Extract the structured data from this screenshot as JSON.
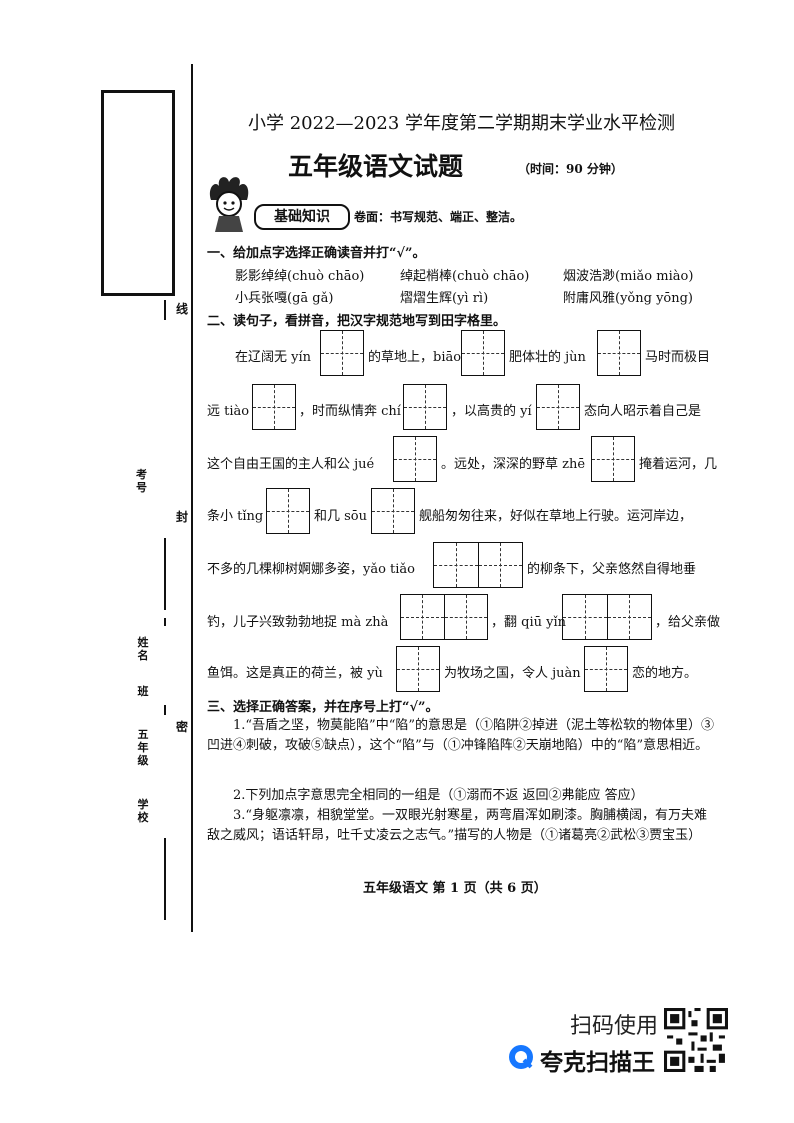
{
  "binding": {
    "line": "线",
    "seal": "封",
    "close": "密"
  },
  "side_fields": {
    "exam_no": "考号",
    "name": "姓名",
    "class": "班",
    "grade": "五年级",
    "school": "学校"
  },
  "header": {
    "title": "小学 2022—2023 学年度第二学期期末学业水平检测",
    "subtitle": "五年级语文试题",
    "time_note": "（时间：90 分钟）"
  },
  "section": {
    "tag": "基础知识",
    "neatness": "卷面：书写规范、端正、整洁。"
  },
  "q1": {
    "heading": "一、给加点字选择正确读音并打“√”。",
    "items": [
      "影影绰绰(chuò  chāo)",
      "绰起梢棒(chuò  chāo)",
      "烟波浩渺(miǎo  miào)",
      "小兵张嘎(gā  gǎ)",
      "熠熠生辉(yì  rì)",
      "附庸风雅(yǒng  yōng)"
    ]
  },
  "q2": {
    "heading": "二、读句子，看拼音，把汉字规范地写到田字格里。",
    "fragments": [
      "在辽阔无 yín",
      "的草地上，biāo",
      "肥体壮的 jùn",
      "马时而极目",
      "远 tiào",
      "，时而纵情奔 chí",
      "，以高贵的 yí",
      "态向人昭示着自己是",
      "这个自由王国的主人和公 jué",
      "。远处，深深的野草 zhē",
      "掩着运河，几",
      "条小 tǐng",
      "和几 sōu",
      "舰船匆匆往来，好似在草地上行驶。运河岸边，",
      "不多的几棵柳树婀娜多姿，yǎo tiǎo",
      "的柳条下，父亲悠然自得地垂",
      "钓，儿子兴致勃勃地捉 mà zhà",
      "，翻 qiū yǐn",
      "，给父亲做",
      "鱼饵。这是真正的荷兰，被 yù",
      "为牧场之国，令人 juàn",
      "恋的地方。"
    ]
  },
  "q3": {
    "heading": "三、选择正确答案，并在序号上打“√”。",
    "items": [
      "1.“吾盾之坚，物莫能陷”中“陷”的意思是（①陷阱②掉进（泥土等松软的物体里）③凹进④刺破，攻破⑤缺点），这个“陷”与（①冲锋陷阵②天崩地陷）中的“陷”意思相近。",
      "2.下列加点字意思完全相同的一组是（①溺而不返   返回②弗能应    答应）",
      "3.“身躯凛凛，相貌堂堂。一双眼光射寒星，两弯眉浑如刷漆。胸脯横阔，有万夫难敌之威风；语话轩昂，吐千丈凌云之志气。”描写的人物是（①诸葛亮②武松③贾宝玉）"
    ]
  },
  "footer": {
    "page": "五年级语文   第 1 页（共 6 页）"
  },
  "watermark": {
    "scan": "扫码使用",
    "brand": "夸克扫描王"
  }
}
